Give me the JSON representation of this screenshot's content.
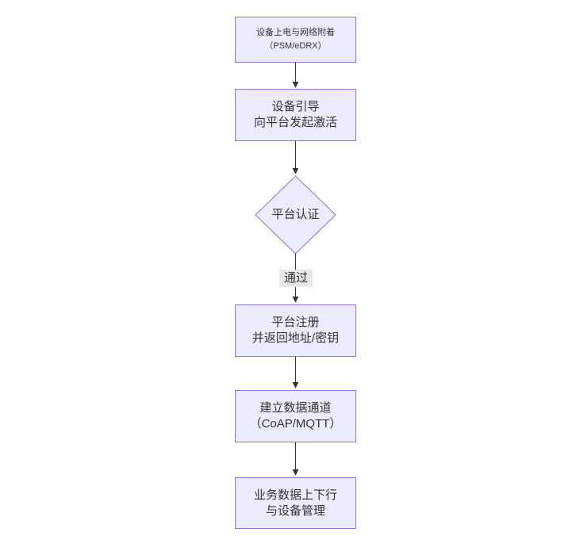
{
  "diagram": {
    "type": "flowchart",
    "direction": "top-down",
    "nodes": [
      {
        "id": "power-on",
        "shape": "rect",
        "line1": "设备上电与网络附着",
        "line2": "（PSM/eDRX）"
      },
      {
        "id": "bootstrap",
        "shape": "rect",
        "line1": "设备引导",
        "line2": "向平台发起激活"
      },
      {
        "id": "auth",
        "shape": "diamond",
        "line1": "平台认证",
        "line2": ""
      },
      {
        "id": "register",
        "shape": "rect",
        "line1": "平台注册",
        "line2": "并返回地址/密钥"
      },
      {
        "id": "channel",
        "shape": "rect",
        "line1": "建立数据通道",
        "line2": "（CoAP/MQTT）"
      },
      {
        "id": "business",
        "shape": "rect",
        "line1": "业务数据上下行",
        "line2": "与设备管理"
      }
    ],
    "edges": [
      {
        "from": "power-on",
        "to": "bootstrap",
        "label": ""
      },
      {
        "from": "bootstrap",
        "to": "auth",
        "label": ""
      },
      {
        "from": "auth",
        "to": "register",
        "label": "通过"
      },
      {
        "from": "register",
        "to": "channel",
        "label": ""
      },
      {
        "from": "channel",
        "to": "business",
        "label": ""
      }
    ],
    "colors": {
      "node_fill": "#ECECFF",
      "node_border": "#9370DB",
      "edge_line": "#333333",
      "text": "#333333",
      "edge_label_bg": "#e8e8e8",
      "background": "#ffffff"
    }
  }
}
